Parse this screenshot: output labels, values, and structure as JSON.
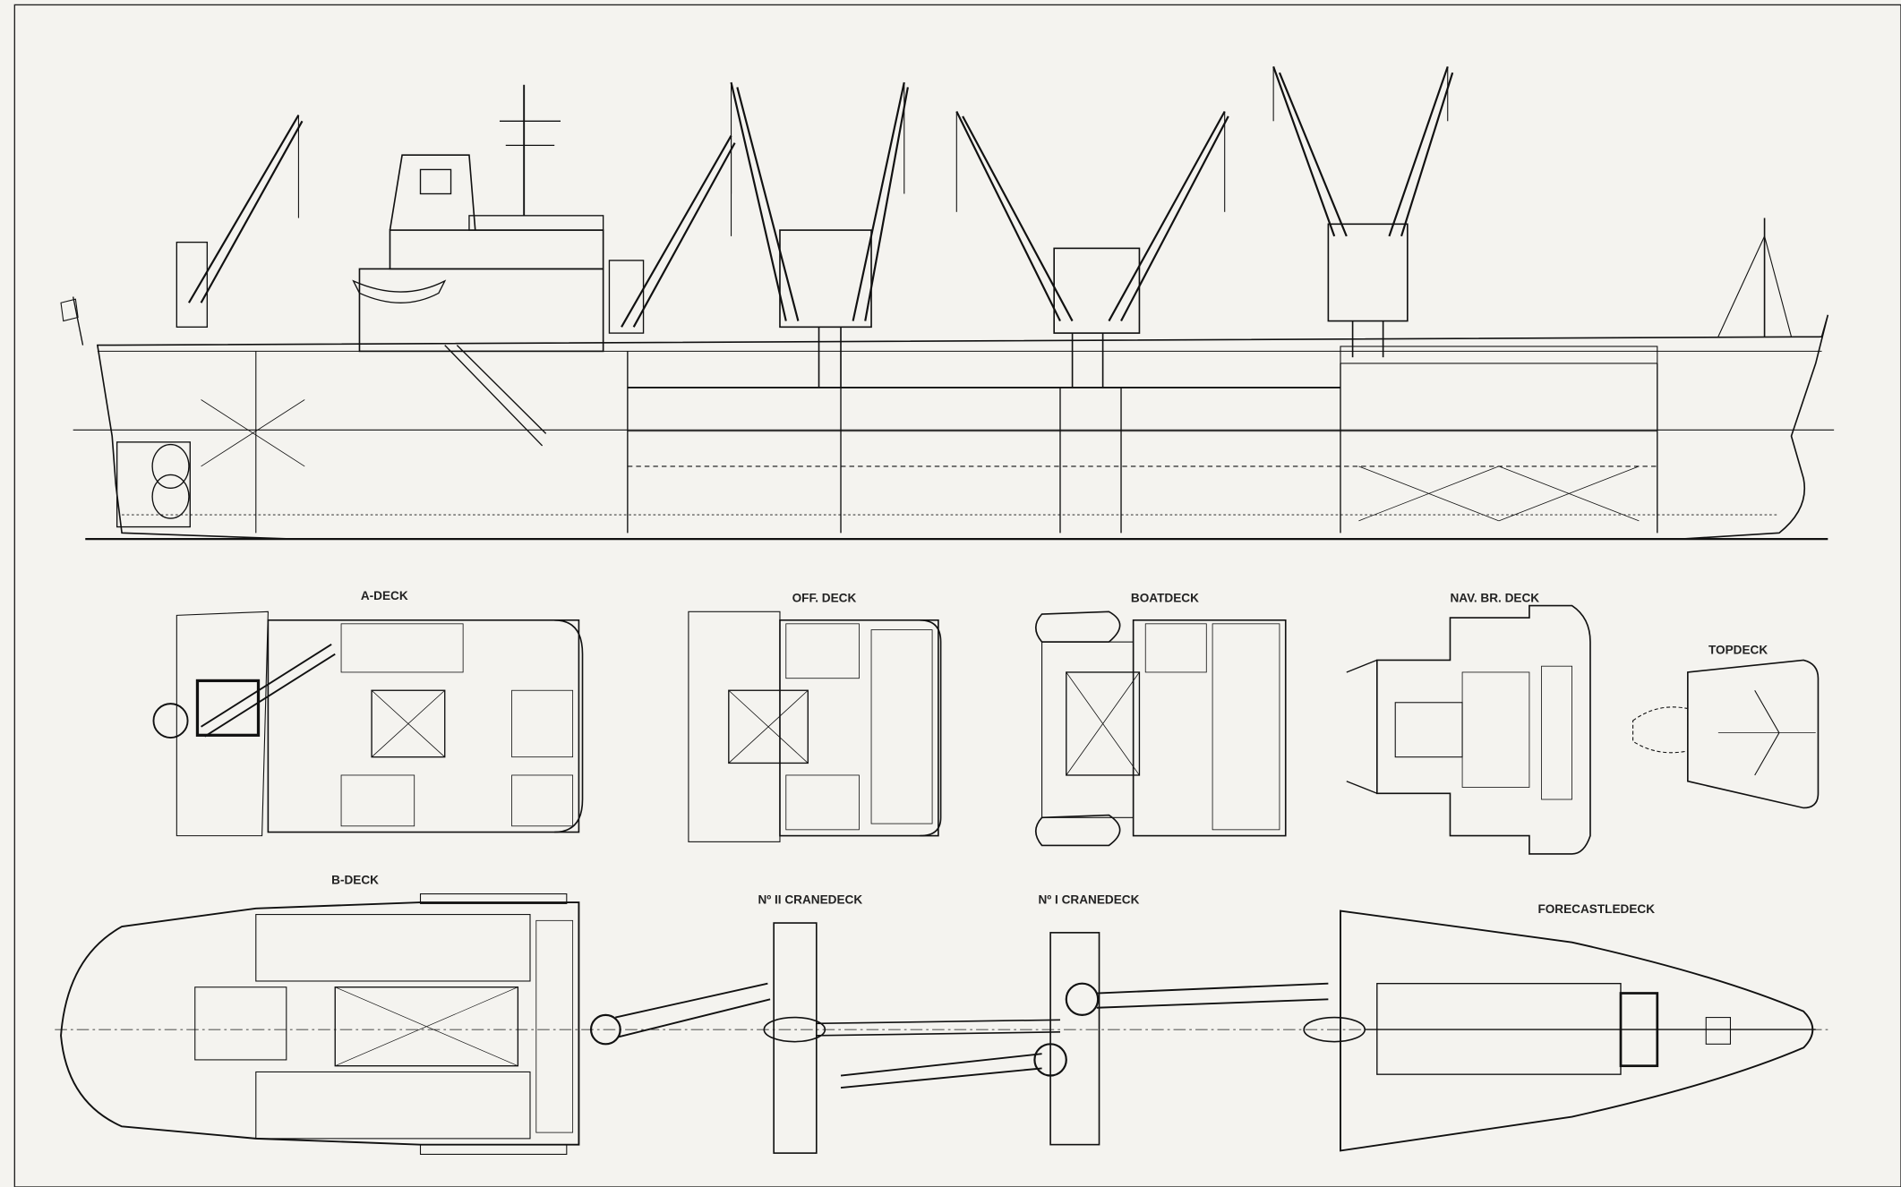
{
  "colors": {
    "paper": "#f4f3ef",
    "ink": "#111111",
    "hatch": "#333333"
  },
  "plan_labels": {
    "a_deck": "A-DECK",
    "off_deck": "OFF. DECK",
    "boat_deck": "BOATDECK",
    "nav_br_deck": "NAV. BR. DECK",
    "top_deck": "TOPDECK",
    "b_deck": "B-DECK",
    "crane_deck_2": "Nº II CRANEDECK",
    "crane_deck_1": "Nº I CRANEDECK",
    "forecastle_deck": "FORECASTLEDECK"
  }
}
